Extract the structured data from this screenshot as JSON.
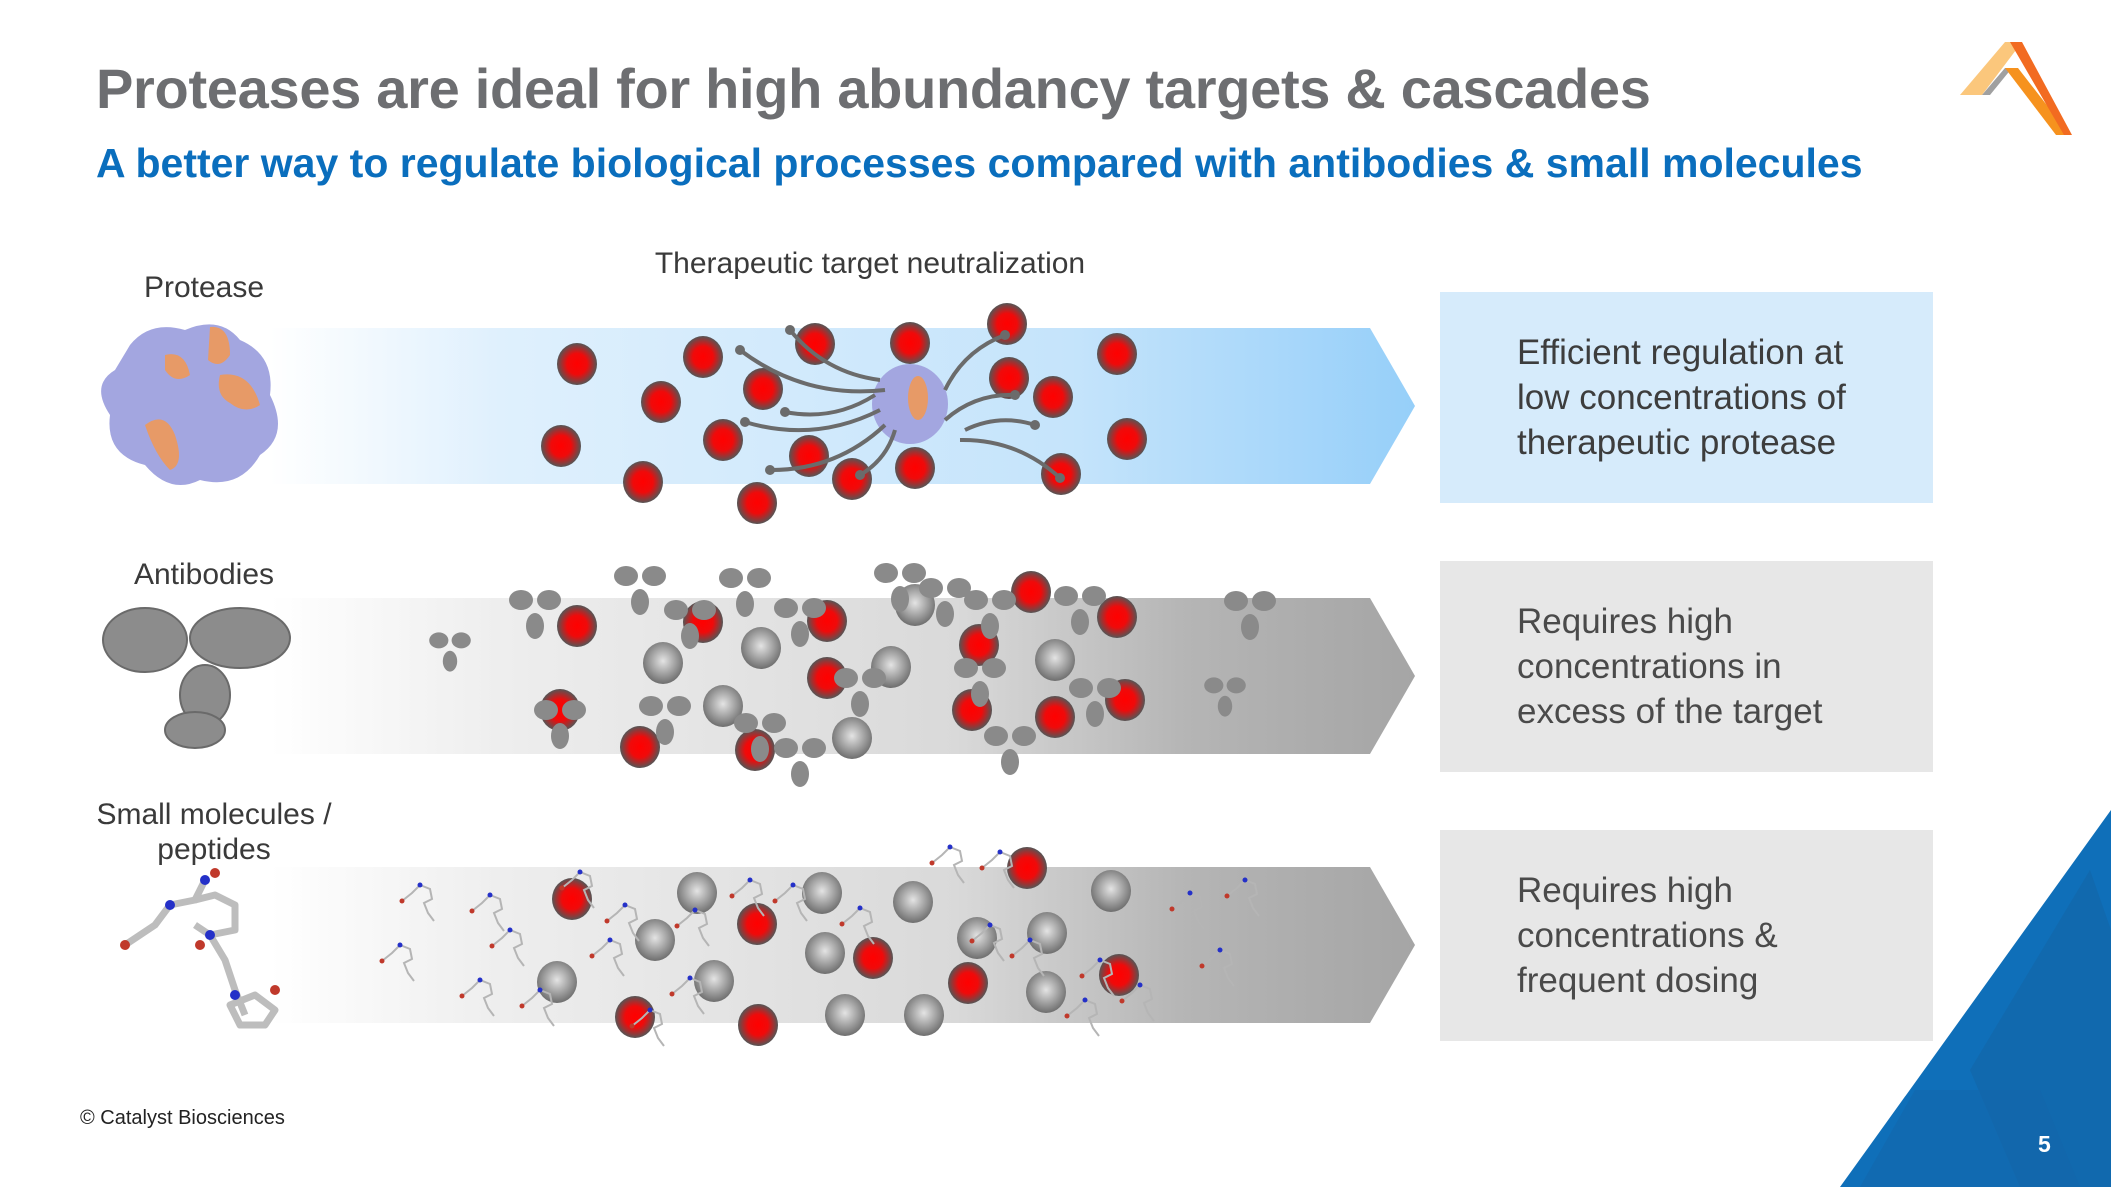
{
  "slide": {
    "title": "Proteases are ideal for high abundancy targets & cascades",
    "subtitle": "A better way to regulate biological processes compared with antibodies & small molecules",
    "column_header": "Therapeutic target neutralization",
    "rows": [
      {
        "label_lines": [
          "Protease"
        ],
        "icon": "protease-structure-icon",
        "band_color_end": "#9ad1fa",
        "description_lines": [
          "Efficient regulation at",
          "low concentrations of",
          "therapeutic protease"
        ]
      },
      {
        "label_lines": [
          "Antibodies"
        ],
        "icon": "antibody-structure-icon",
        "band_color_end": "#a6a6a6",
        "description_lines": [
          "Requires high",
          "concentrations in",
          "excess of the target"
        ]
      },
      {
        "label_lines": [
          "Small molecules /",
          "peptides"
        ],
        "icon": "small-molecule-structure-icon",
        "band_color_end": "#a6a6a6",
        "description_lines": [
          "Requires high",
          "concentrations &",
          "frequent dosing"
        ]
      }
    ],
    "footer": {
      "copyright": "© Catalyst Biosciences",
      "page_number": "5"
    },
    "colors": {
      "title": "#6d6e71",
      "subtitle": "#0a6ebd",
      "target_red": "#ff0000",
      "corner_blue": "#0f6fb9",
      "logo_orange": "#f26b21",
      "logo_light_orange": "#fbc77c"
    }
  }
}
